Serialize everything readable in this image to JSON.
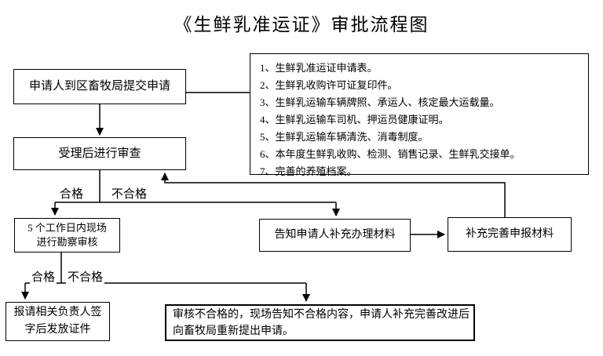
{
  "title": "《生鲜乳准运证》审批流程图",
  "nodes": {
    "submit": {
      "label": "申请人到区畜牧局提交申请"
    },
    "review": {
      "label": "受理后进行审查"
    },
    "site_inspection": {
      "line1": "5 个工作日内现场",
      "line2": "进行勘察审核"
    },
    "notify_supplement": {
      "label": "告知申请人补充办理材料"
    },
    "complete_materials": {
      "label": "补充完善申报材料"
    },
    "issue_certificate": {
      "line1": "报请相关负责人签",
      "line2": "字后发放证件"
    },
    "reject_notice": {
      "line1": "审核不合格的，现场告知不合格内容，申请人补充完善改进后",
      "line2": "向畜牧局重新提出申请。"
    }
  },
  "materials_list": {
    "items": [
      "1、生鲜乳准运证申请表。",
      "2、生鲜乳收购许可证复印件。",
      "3、生鲜乳运输车辆牌照、承运人、核定最大运载量。",
      "4、生鲜乳运输车司机、押运员健康证明。",
      "5、生鲜乳运输车辆清洗、消毒制度。",
      "6、本年度生鲜乳收购、检测、销售记录、生鲜乳交接单。",
      "7、完善的养殖档案。"
    ]
  },
  "branch_labels": {
    "review_pass": "合格",
    "review_fail": "不合格",
    "inspection_pass": "合格",
    "inspection_fail": "不合格"
  },
  "colors": {
    "background": "#ffffff",
    "text": "#000000",
    "line": "#000000",
    "box_border": "#000000"
  }
}
